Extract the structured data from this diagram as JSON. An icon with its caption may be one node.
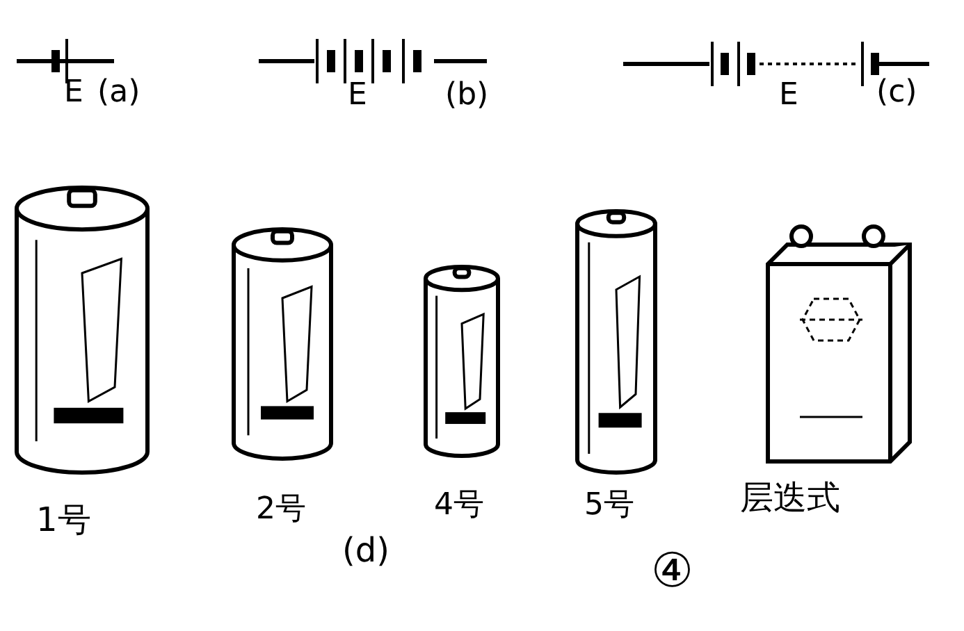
{
  "diagram": {
    "labels": [
      "E",
      "(a)",
      "E",
      "(b)",
      "E",
      "(c)",
      "1号",
      "2号",
      "4号",
      "5号",
      "层迭式",
      "(d)",
      "④"
    ]
  }
}
